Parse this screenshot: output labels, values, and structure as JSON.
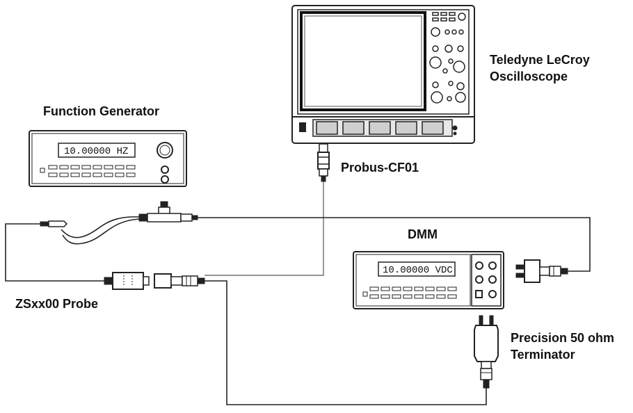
{
  "labels": {
    "oscilloscope": [
      "Teledyne LeCroy",
      "Oscilloscope"
    ],
    "function_generator": "Function Generator",
    "function_generator_display": "10.00000 HZ",
    "adapter": "Probus-CF01",
    "dmm": "DMM",
    "dmm_display": "10.00000 VDC",
    "probe": "ZSxx00 Probe",
    "terminator": [
      "Precision 50 ohm",
      "Terminator"
    ]
  }
}
